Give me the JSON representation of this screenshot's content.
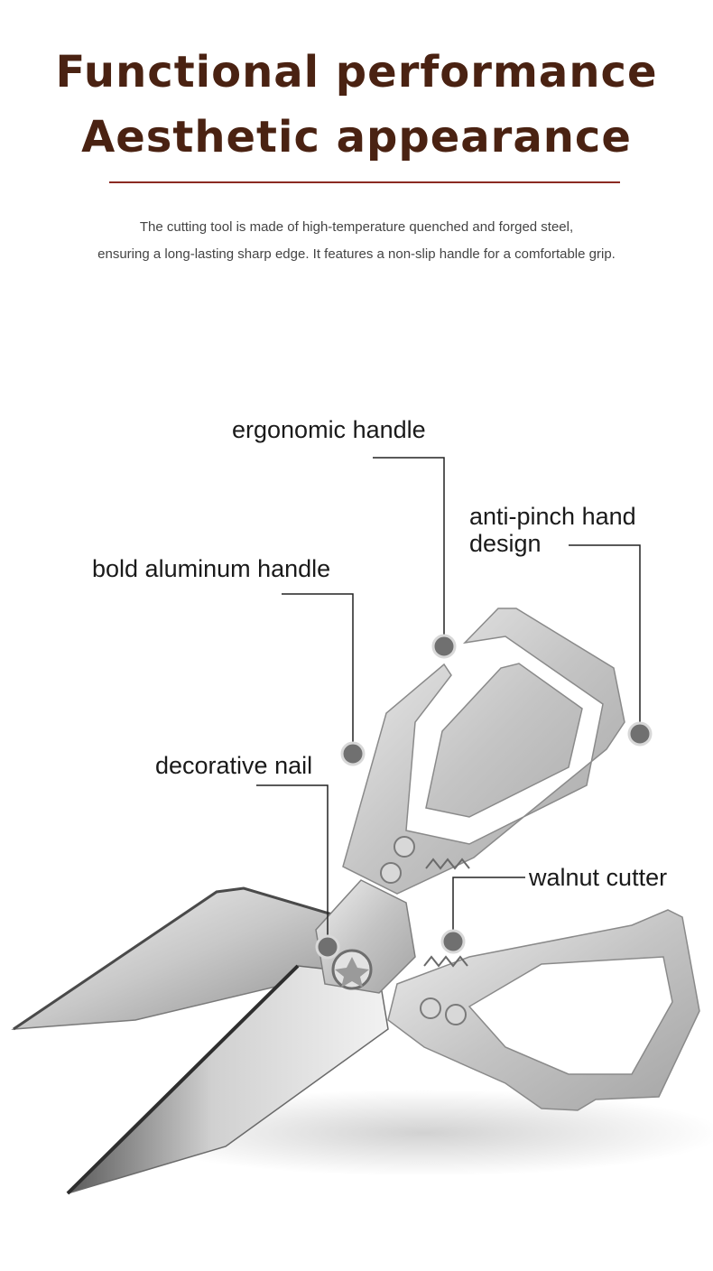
{
  "header": {
    "title_line_1": "Functional performance",
    "title_line_2": "Aesthetic appearance",
    "title_color": "#4a2212",
    "divider_color": "#8b2a22",
    "description_line_1": "The cutting tool is made of high-temperature quenched and forged steel,",
    "description_line_2": "ensuring a long-lasting sharp edge. It features a non-slip handle for a comfortable grip."
  },
  "callouts": {
    "ergonomic_handle": "ergonomic handle",
    "anti_pinch_line_1": "anti-pinch hand",
    "anti_pinch_line_2": "design",
    "bold_aluminum_handle": "bold aluminum handle",
    "decorative_nail": "decorative nail",
    "walnut_cutter": "walnut cutter",
    "marker_color": "#707070"
  }
}
